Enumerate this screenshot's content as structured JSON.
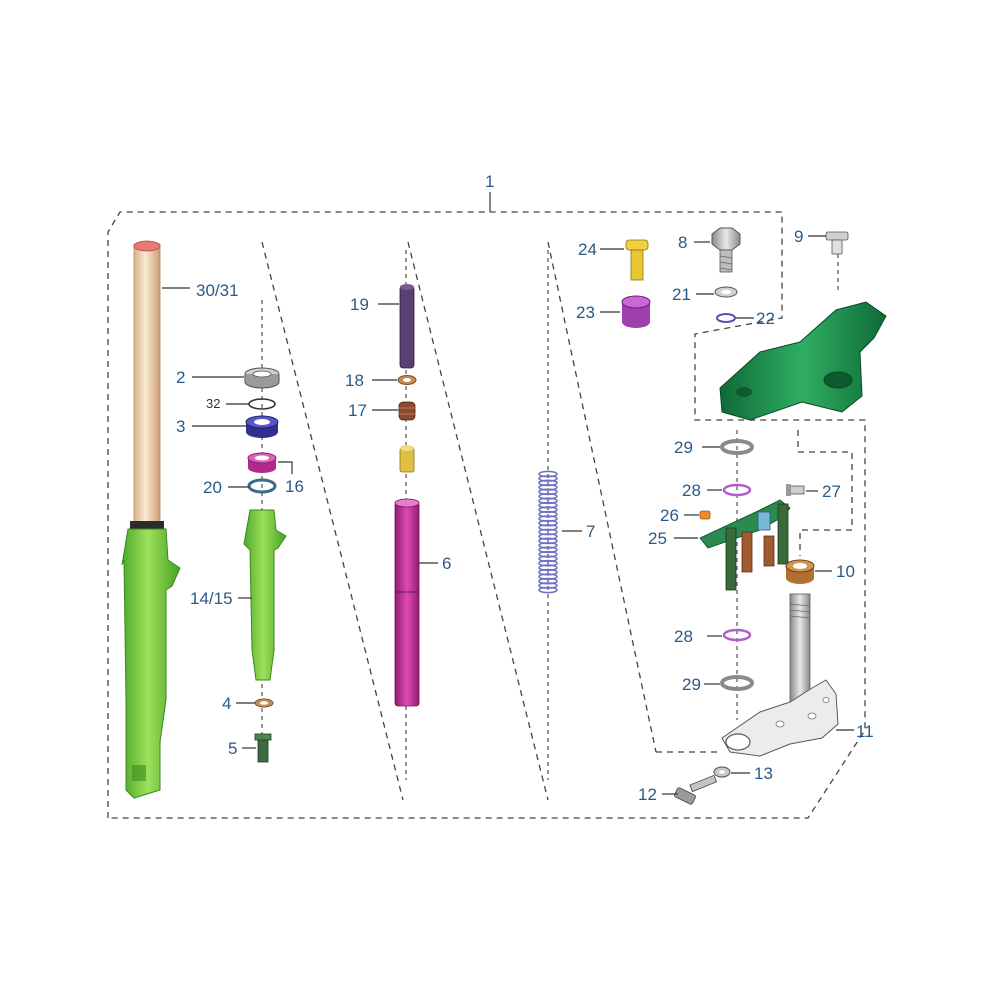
{
  "diagram": {
    "callouts": {
      "c1": "1",
      "c30_31": "30/31",
      "c2": "2",
      "c32": "32",
      "c3": "3",
      "c20": "20",
      "c16": "16",
      "c14_15": "14/15",
      "c4": "4",
      "c5": "5",
      "c19": "19",
      "c18": "18",
      "c17": "17",
      "c6": "6",
      "c7": "7",
      "c24": "24",
      "c23": "23",
      "c8": "8",
      "c21": "21",
      "c22": "22",
      "c9": "9",
      "c29a": "29",
      "c28a": "28",
      "c27": "27",
      "c26": "26",
      "c25": "25",
      "c10": "10",
      "c28b": "28",
      "c29b": "29",
      "c11": "11",
      "c13": "13",
      "c12": "12"
    },
    "colors": {
      "callout_text": "#2b5a86",
      "fork_tube": "#f2d6b4",
      "fork_leg": "#7ccc3a",
      "dark_green": "#1f8a4c",
      "seal_blue": "#3a3aa8",
      "magenta": "#c0309a",
      "violet": "#5a3a6a",
      "bronze": "#b07840",
      "gold": "#e0c040",
      "spring": "#7070c8",
      "gray_metal": "#b8b8b8"
    }
  }
}
